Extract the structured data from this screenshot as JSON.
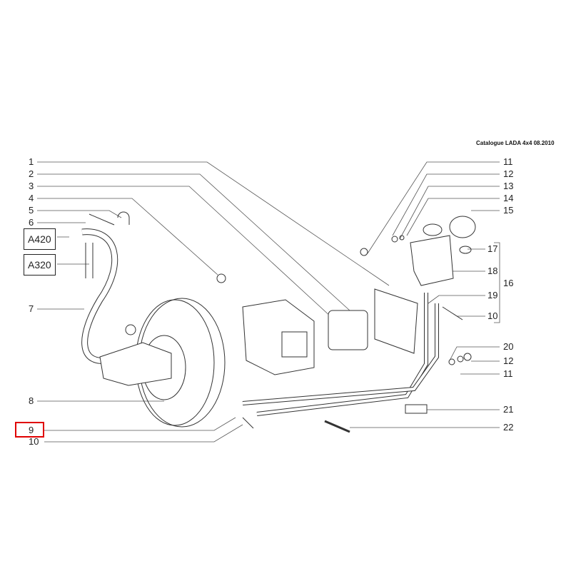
{
  "header": {
    "catalogue": "Catalogue LADA 4x4  08.2010"
  },
  "left_labels": [
    "1",
    "2",
    "3",
    "4",
    "5",
    "6",
    "7",
    "8",
    "9",
    "10"
  ],
  "ref_boxes": [
    "A420",
    "A320"
  ],
  "right_labels": [
    "11",
    "12",
    "13",
    "14",
    "15",
    "17",
    "18",
    "16",
    "19",
    "10",
    "20",
    "12",
    "11",
    "21",
    "22"
  ],
  "highlight": {
    "label": "9",
    "color": "#e00000"
  }
}
